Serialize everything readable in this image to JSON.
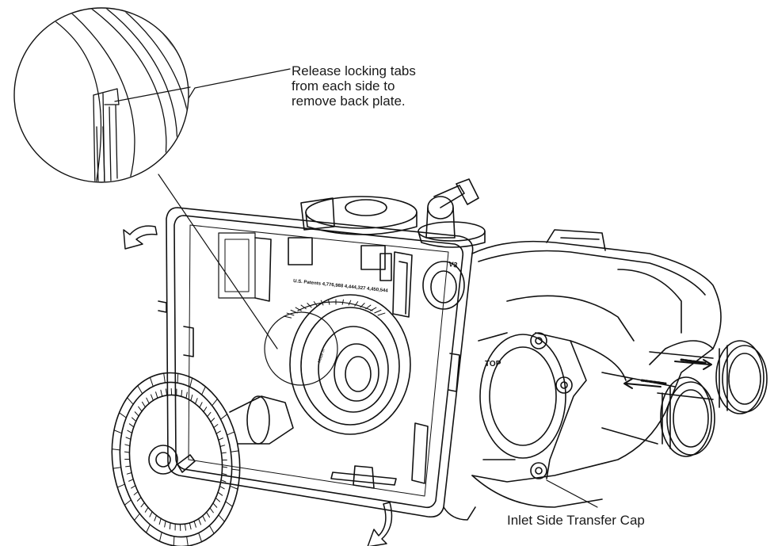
{
  "callouts": {
    "release_tabs": {
      "lines": [
        "Release locking tabs",
        "from each side to",
        "remove back plate."
      ]
    },
    "inlet_cap": {
      "text": "Inlet Side Transfer Cap"
    }
  },
  "body_labels": {
    "patents": "U.S. Patents 4,776,988 4,444,327 4,450,544",
    "model_code": "V3",
    "top_mark": "TOP",
    "made_in": "Made in"
  },
  "colors": {
    "stroke": "#111111",
    "background": "#ffffff"
  }
}
